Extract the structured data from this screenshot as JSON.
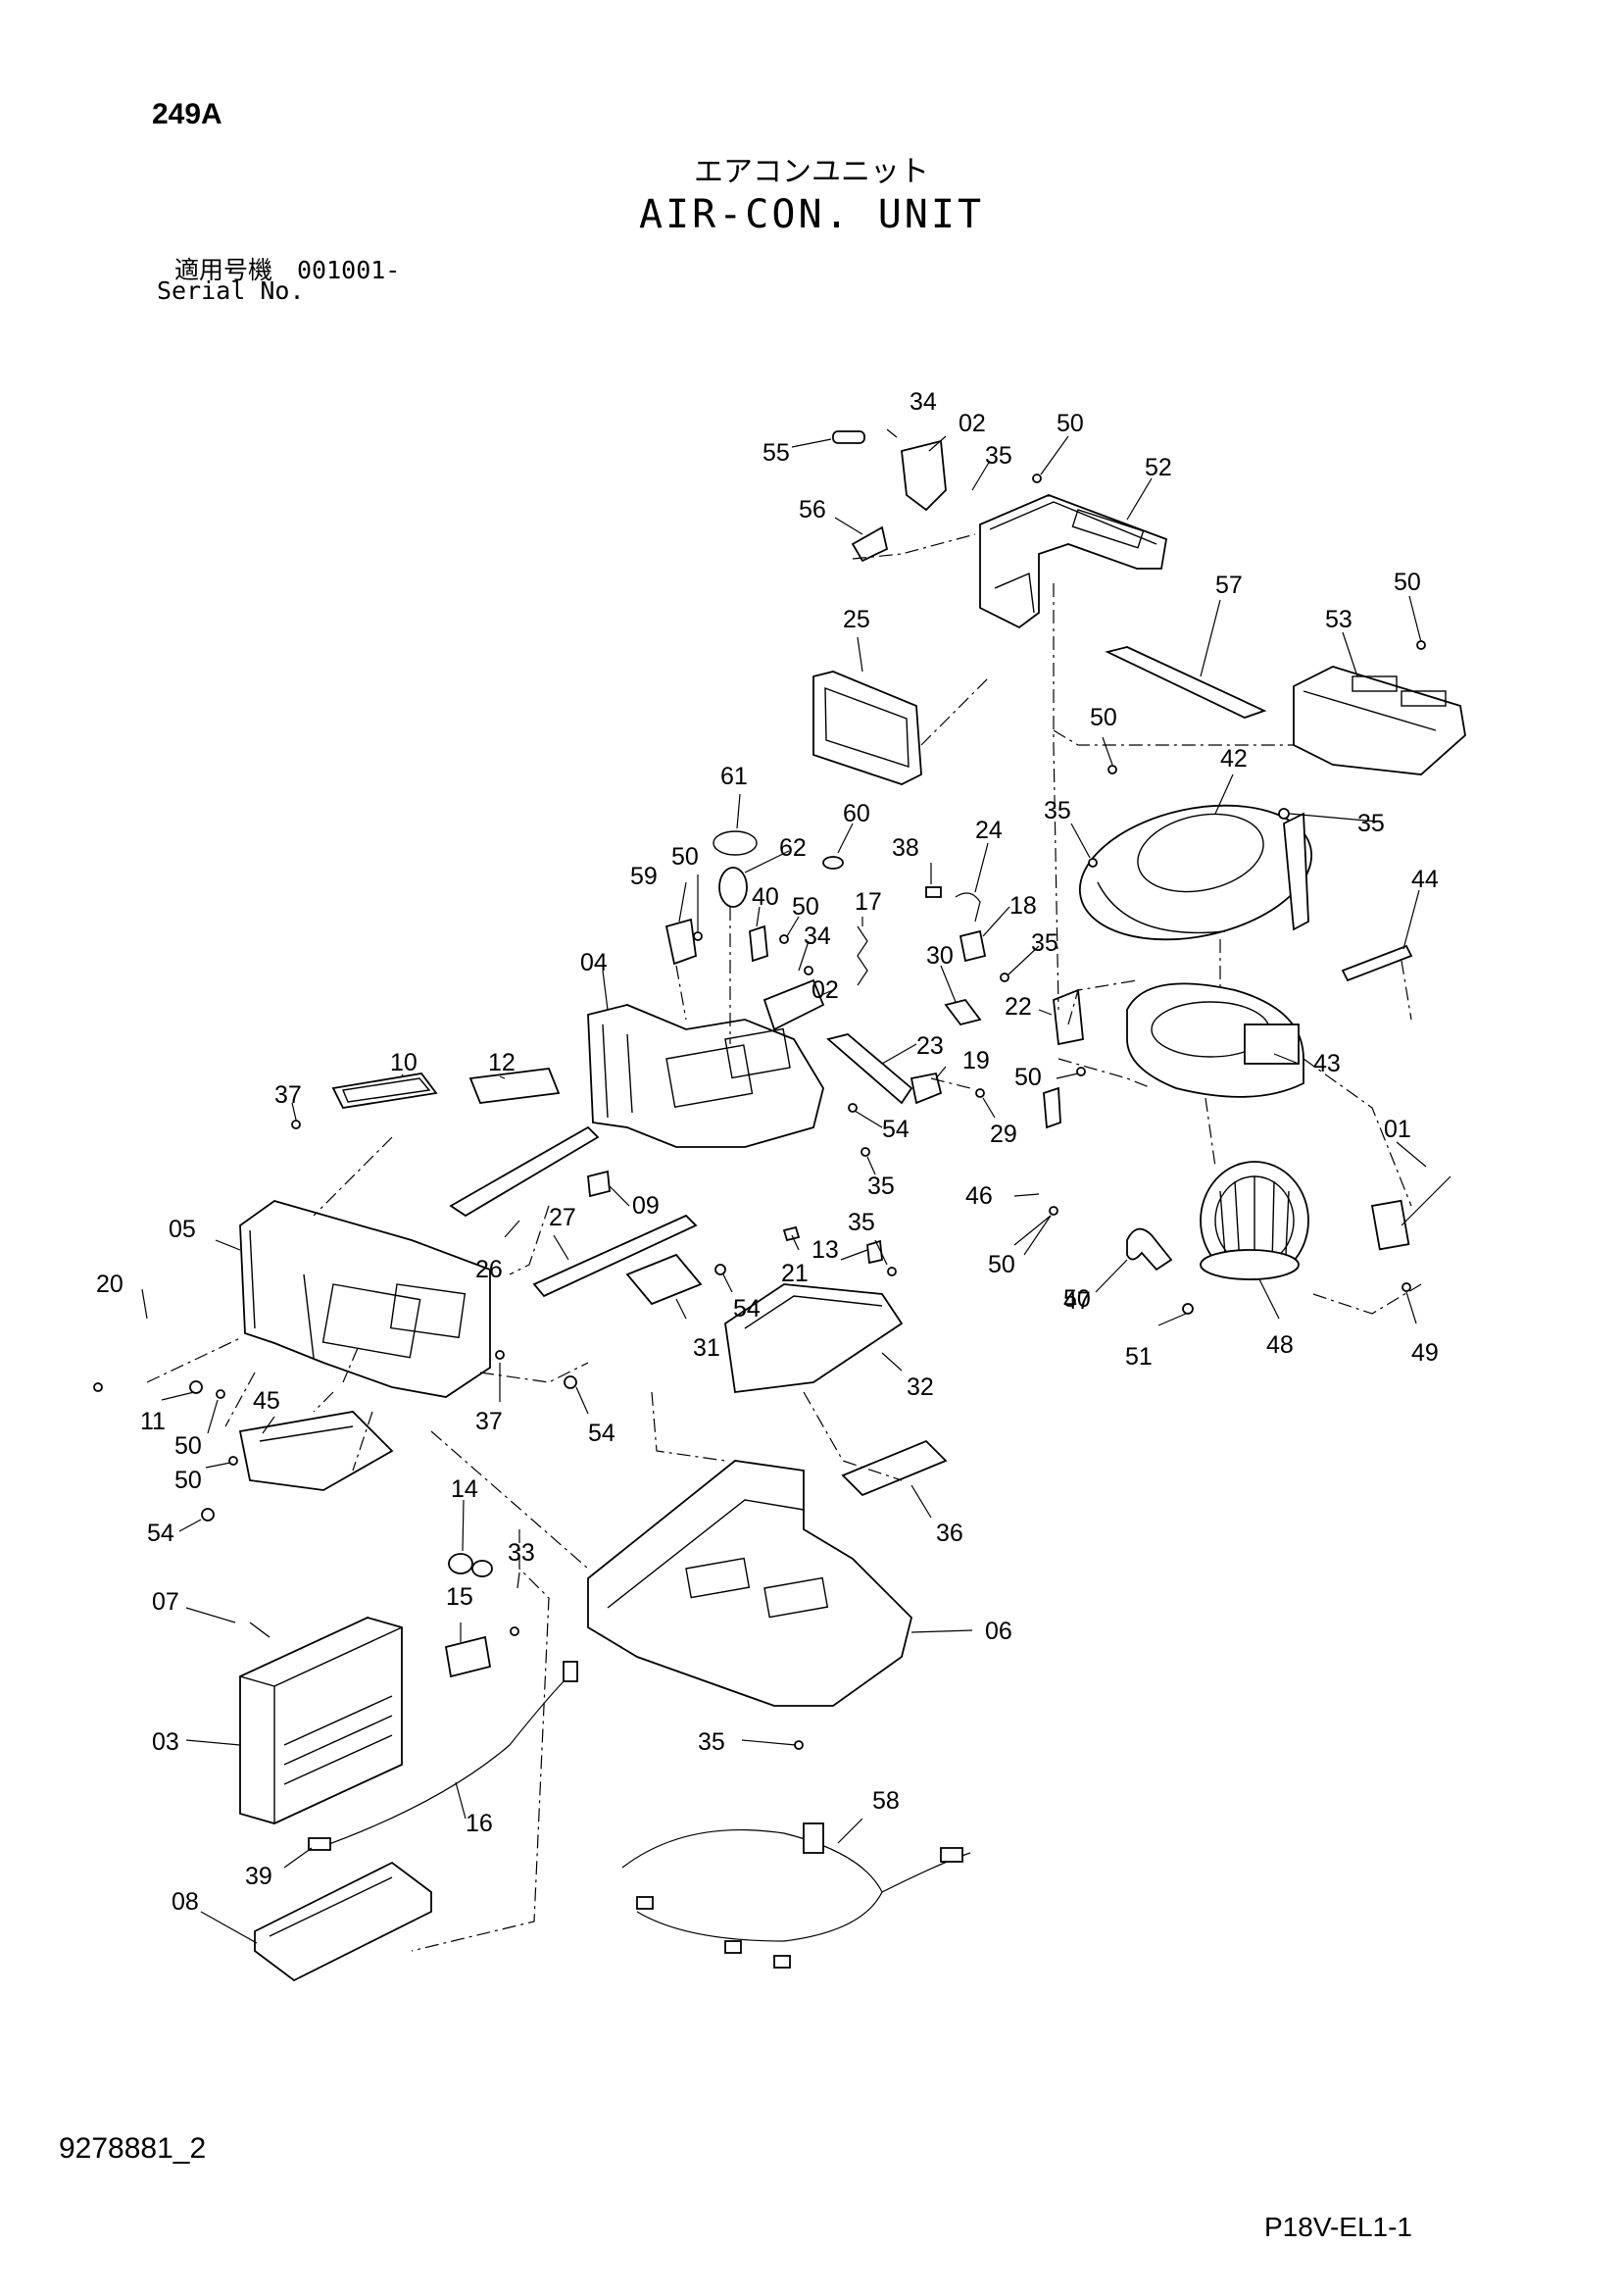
{
  "header": {
    "page_code": "249A",
    "title_jp": "エアコンユニット",
    "title_en": "AIR-CON. UNIT",
    "serial_label_jp": "適用号機　001001-",
    "serial_label_en": "Serial No."
  },
  "footer": {
    "doc_number": "9278881_2",
    "sheet_code": "P18V-EL1-1"
  },
  "callouts": [
    {
      "id": "c-34a",
      "label": "34"
    },
    {
      "id": "c-02a",
      "label": "02"
    },
    {
      "id": "c-55",
      "label": "55"
    },
    {
      "id": "c-35a",
      "label": "35"
    },
    {
      "id": "c-50a",
      "label": "50"
    },
    {
      "id": "c-52",
      "label": "52"
    },
    {
      "id": "c-56",
      "label": "56"
    },
    {
      "id": "c-57",
      "label": "57"
    },
    {
      "id": "c-50b",
      "label": "50"
    },
    {
      "id": "c-53",
      "label": "53"
    },
    {
      "id": "c-25",
      "label": "25"
    },
    {
      "id": "c-50c",
      "label": "50"
    },
    {
      "id": "c-42",
      "label": "42"
    },
    {
      "id": "c-35b",
      "label": "35"
    },
    {
      "id": "c-35c",
      "label": "35"
    },
    {
      "id": "c-61",
      "label": "61"
    },
    {
      "id": "c-60",
      "label": "60"
    },
    {
      "id": "c-62",
      "label": "62"
    },
    {
      "id": "c-50d",
      "label": "50"
    },
    {
      "id": "c-38",
      "label": "38"
    },
    {
      "id": "c-24",
      "label": "24"
    },
    {
      "id": "c-59",
      "label": "59"
    },
    {
      "id": "c-40",
      "label": "40"
    },
    {
      "id": "c-50e",
      "label": "50"
    },
    {
      "id": "c-17",
      "label": "17"
    },
    {
      "id": "c-18",
      "label": "18"
    },
    {
      "id": "c-44",
      "label": "44"
    },
    {
      "id": "c-34b",
      "label": "34"
    },
    {
      "id": "c-35d",
      "label": "35"
    },
    {
      "id": "c-30",
      "label": "30"
    },
    {
      "id": "c-04",
      "label": "04"
    },
    {
      "id": "c-02b",
      "label": "02"
    },
    {
      "id": "c-22",
      "label": "22"
    },
    {
      "id": "c-10",
      "label": "10"
    },
    {
      "id": "c-12",
      "label": "12"
    },
    {
      "id": "c-23",
      "label": "23"
    },
    {
      "id": "c-19",
      "label": "19"
    },
    {
      "id": "c-43",
      "label": "43"
    },
    {
      "id": "c-50f",
      "label": "50"
    },
    {
      "id": "c-37a",
      "label": "37"
    },
    {
      "id": "c-29",
      "label": "29"
    },
    {
      "id": "c-54a",
      "label": "54"
    },
    {
      "id": "c-01",
      "label": "01"
    },
    {
      "id": "c-35e",
      "label": "35"
    },
    {
      "id": "c-46",
      "label": "46"
    },
    {
      "id": "c-09",
      "label": "09"
    },
    {
      "id": "c-05",
      "label": "05"
    },
    {
      "id": "c-27",
      "label": "27"
    },
    {
      "id": "c-35f",
      "label": "35"
    },
    {
      "id": "c-26",
      "label": "26"
    },
    {
      "id": "c-13",
      "label": "13"
    },
    {
      "id": "c-50g",
      "label": "50"
    },
    {
      "id": "c-21",
      "label": "21"
    },
    {
      "id": "c-20",
      "label": "20"
    },
    {
      "id": "c-47",
      "label": "47"
    },
    {
      "id": "c-54b",
      "label": "54"
    },
    {
      "id": "c-50h",
      "label": "50"
    },
    {
      "id": "c-31",
      "label": "31"
    },
    {
      "id": "c-48",
      "label": "48"
    },
    {
      "id": "c-51",
      "label": "51"
    },
    {
      "id": "c-49",
      "label": "49"
    },
    {
      "id": "c-11",
      "label": "11"
    },
    {
      "id": "c-45",
      "label": "45"
    },
    {
      "id": "c-32",
      "label": "32"
    },
    {
      "id": "c-50i",
      "label": "50"
    },
    {
      "id": "c-37b",
      "label": "37"
    },
    {
      "id": "c-54c",
      "label": "54"
    },
    {
      "id": "c-50j",
      "label": "50"
    },
    {
      "id": "c-14",
      "label": "14"
    },
    {
      "id": "c-54d",
      "label": "54"
    },
    {
      "id": "c-36",
      "label": "36"
    },
    {
      "id": "c-33",
      "label": "33"
    },
    {
      "id": "c-07",
      "label": "07"
    },
    {
      "id": "c-15",
      "label": "15"
    },
    {
      "id": "c-06",
      "label": "06"
    },
    {
      "id": "c-03",
      "label": "03"
    },
    {
      "id": "c-35g",
      "label": "35"
    },
    {
      "id": "c-16",
      "label": "16"
    },
    {
      "id": "c-58",
      "label": "58"
    },
    {
      "id": "c-39",
      "label": "39"
    },
    {
      "id": "c-08",
      "label": "08"
    }
  ]
}
